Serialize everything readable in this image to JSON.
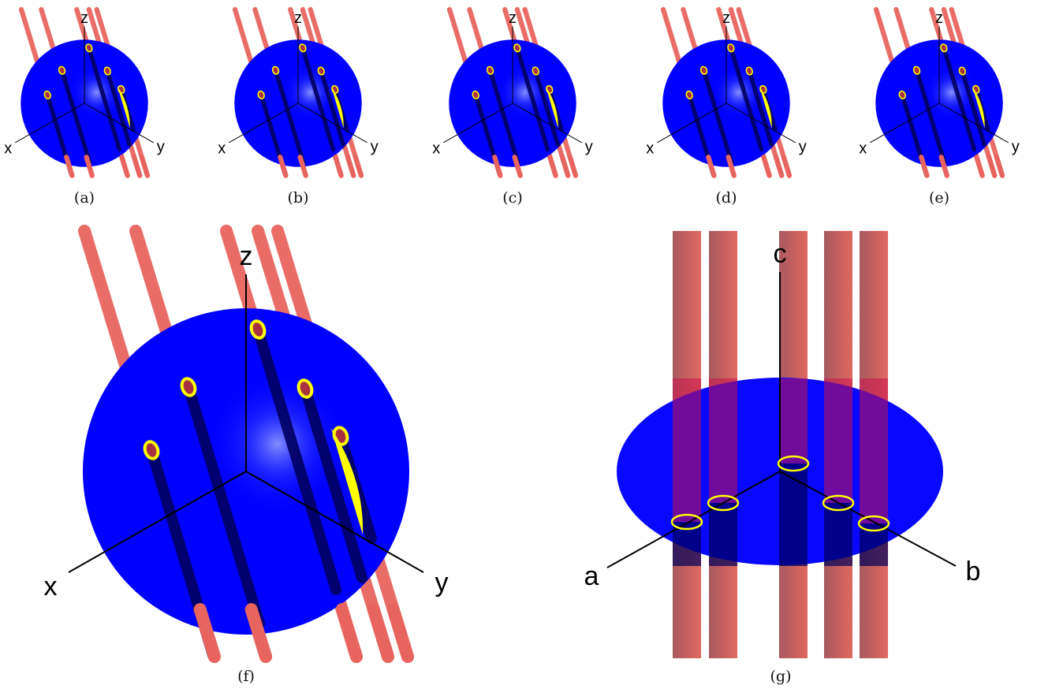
{
  "panels": [
    {
      "id": "a",
      "caption": "(a)",
      "axes": [
        "x",
        "y",
        "z"
      ]
    },
    {
      "id": "b",
      "caption": "(b)",
      "axes": [
        "x",
        "y",
        "z"
      ]
    },
    {
      "id": "c",
      "caption": "(c)",
      "axes": [
        "x",
        "y",
        "z"
      ]
    },
    {
      "id": "d",
      "caption": "(d)",
      "axes": [
        "x",
        "y",
        "z"
      ]
    },
    {
      "id": "e",
      "caption": "(e)",
      "axes": [
        "x",
        "y",
        "z"
      ]
    },
    {
      "id": "f",
      "caption": "(f)",
      "axes": [
        "x",
        "y",
        "z"
      ]
    },
    {
      "id": "g",
      "caption": "(g)",
      "axes": [
        "a",
        "b",
        "c"
      ]
    }
  ],
  "colors": {
    "sphere": "#0000ff",
    "tube": "#e8655f",
    "tube_dark": "#a83040",
    "rim": "#ffff00",
    "inside": "#000060"
  }
}
